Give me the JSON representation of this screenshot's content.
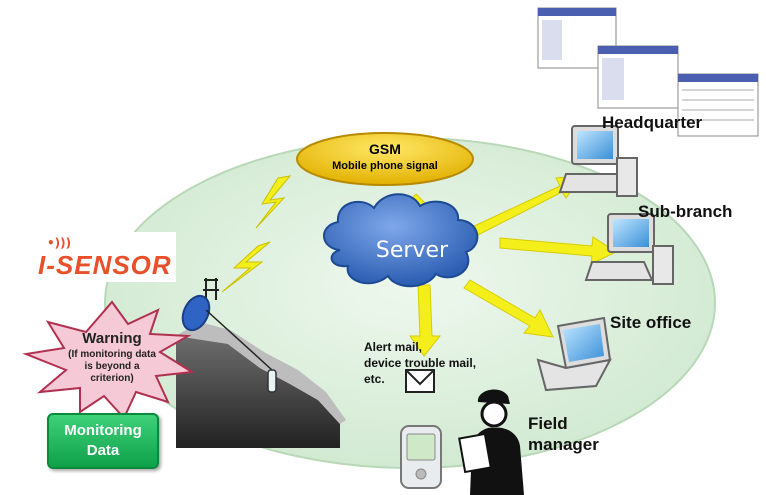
{
  "gsm": {
    "title": "GSM",
    "subtitle": "Mobile phone signal"
  },
  "server": {
    "label": "Server"
  },
  "destinations": {
    "headquarter": "Headquarter",
    "sub_branch": "Sub-branch",
    "site_office": "Site office",
    "field_manager_line1": "Field",
    "field_manager_line2": "manager"
  },
  "mail": {
    "line1": "Alert mail,",
    "line2": "device trouble mail,",
    "line3": "etc."
  },
  "sensor_logo": {
    "text": "I-SENSOR",
    "waves": "•)))"
  },
  "warning": {
    "title": "Warning",
    "line1": "(If monitoring data",
    "line2": "is beyond a",
    "line3": "criterion)"
  },
  "monitoring_button": {
    "line1": "Monitoring",
    "line2": "Data"
  },
  "colors": {
    "ellipse": "#dcefdc",
    "arrow": "#f4ef1a",
    "cloud": "#3b6fc2",
    "gsm": "#f2c400",
    "logo": "#e8502a",
    "button": "#17b054"
  }
}
